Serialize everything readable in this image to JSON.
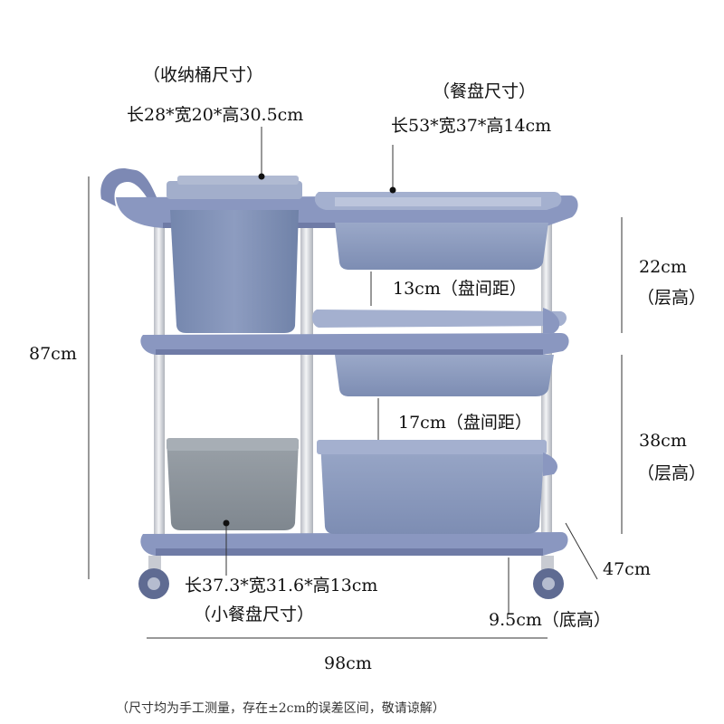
{
  "labels": {
    "bin_title": "（收纳桶尺寸）",
    "bin_size": "长28*宽20*高30.5cm",
    "tray_title": "（餐盘尺寸）",
    "tray_size": "长53*宽37*高14cm",
    "gap_top": "13cm（盘间距）",
    "gap_bottom": "17cm（盘间距）",
    "layer_top_value": "22cm",
    "layer_top_unit": "（层高）",
    "layer_bottom_value": "38cm",
    "layer_bottom_unit": "（层高）",
    "height": "87cm",
    "depth": "47cm",
    "width": "98cm",
    "small_tray_size": "长37.3*宽31.6*高13cm",
    "small_tray_title": "（小餐盘尺寸）",
    "base_height": "9.5cm（底高）",
    "footnote": "（尺寸均为手工测量，存在±2cm的误差区间，敬请谅解）"
  },
  "colors": {
    "frame_blue": "#8793bd",
    "frame_dark": "#6f7aa6",
    "bin_blue": "#7f90b4",
    "tray_blue": "#8c9bbd",
    "small_tray_gray": "#8e969d",
    "pole_silver": "#d9dbe0",
    "line": "#333333"
  }
}
